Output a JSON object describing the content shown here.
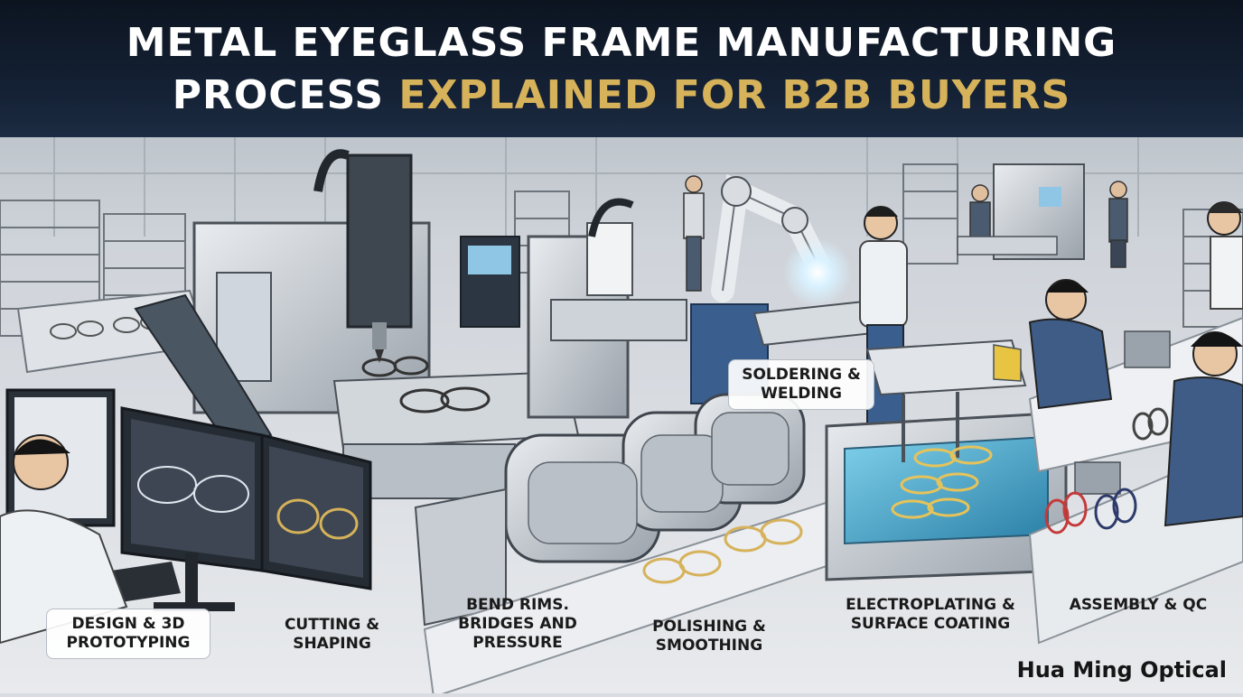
{
  "header": {
    "title_line1": "METAL EYEGLASS FRAME MANUFACTURING",
    "title_line2_white": "PROCESS",
    "title_line2_gold": "EXPLAINED FOR B2B BUYERS"
  },
  "steps": [
    {
      "id": "design",
      "label": "DESIGN & 3D\nPROTOTYPING"
    },
    {
      "id": "cutting",
      "label": "CUTTING &\nSHAPING"
    },
    {
      "id": "bend",
      "label": "BEND RIMS.\nBRIDGES AND\nPRESSURE"
    },
    {
      "id": "polishing",
      "label": "POLISHING &\nSMOOTHING"
    },
    {
      "id": "soldering",
      "label": "SOLDERING &\nWELDING"
    },
    {
      "id": "electroplating",
      "label": "ELECTROPLATING &\nSURFACE COATING"
    },
    {
      "id": "assembly",
      "label": "ASSEMBLY & QC"
    }
  ],
  "brand": "Hua Ming Optical",
  "colors": {
    "header_bg": "#111a28",
    "title_white": "#ffffff",
    "title_gold": "#d6b25a",
    "plating_liquid": "#3fa6c9",
    "machine_blue": "#3a5f8f"
  }
}
